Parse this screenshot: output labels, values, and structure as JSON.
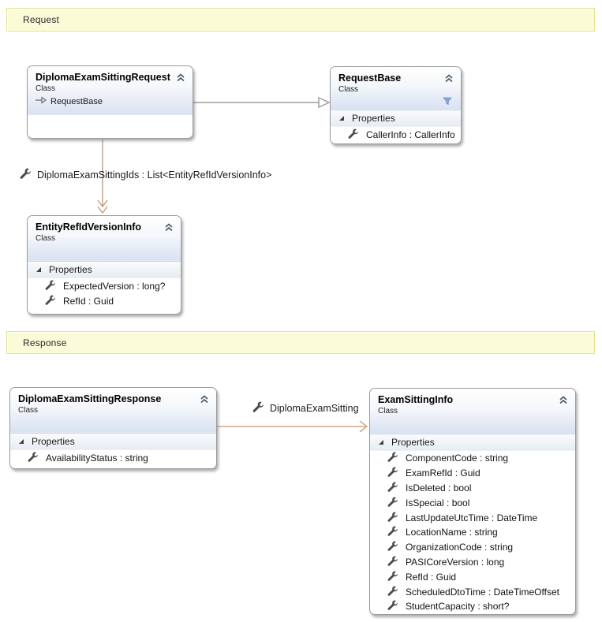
{
  "banners": [
    {
      "label": "Request"
    },
    {
      "label": "Response"
    }
  ],
  "classes": [
    {
      "title": "DiplomaExamSittingRequest",
      "kind": "Class",
      "base": "RequestBase",
      "sections": []
    },
    {
      "title": "RequestBase",
      "kind": "Class",
      "sections": [
        {
          "label": "Properties",
          "members": [
            "CallerInfo : CallerInfo"
          ]
        }
      ]
    },
    {
      "title": "EntityRefIdVersionInfo",
      "kind": "Class",
      "sections": [
        {
          "label": "Properties",
          "members": [
            "ExpectedVersion : long?",
            "RefId : Guid"
          ]
        }
      ]
    },
    {
      "title": "DiplomaExamSittingResponse",
      "kind": "Class",
      "sections": [
        {
          "label": "Properties",
          "members": [
            "AvailabilityStatus : string"
          ]
        }
      ]
    },
    {
      "title": "ExamSittingInfo",
      "kind": "Class",
      "sections": [
        {
          "label": "Properties",
          "members": [
            "ComponentCode : string",
            "ExamRefId : Guid",
            "IsDeleted : bool",
            "IsSpecial : bool",
            "LastUpdateUtcTime : DateTime",
            "LocationName : string",
            "OrganizationCode : string",
            "PASICoreVersion : long",
            "RefId : Guid",
            "ScheduledDtoTime : DateTimeOffset",
            "StudentCapacity : short?"
          ]
        }
      ]
    }
  ],
  "associations": [
    {
      "label": "DiplomaExamSittingIds : List<EntityRefIdVersionInfo>",
      "from": "DiplomaExamSittingRequest",
      "to": "EntityRefIdVersionInfo",
      "arrow": "collection"
    },
    {
      "label": "DiplomaExamSitting",
      "from": "DiplomaExamSittingResponse",
      "to": "ExamSittingInfo",
      "arrow": "single"
    }
  ],
  "inheritance": [
    {
      "from": "DiplomaExamSittingRequest",
      "to": "RequestBase"
    }
  ],
  "colors": {
    "banner_fill": "#FBFBD8",
    "banner_border": "#E3E39A",
    "association_line": "#C09878",
    "inheritance_line": "#8B8B8B",
    "header_gradient_end": "#D9E2F1",
    "filter_icon": "#89A7DB"
  }
}
